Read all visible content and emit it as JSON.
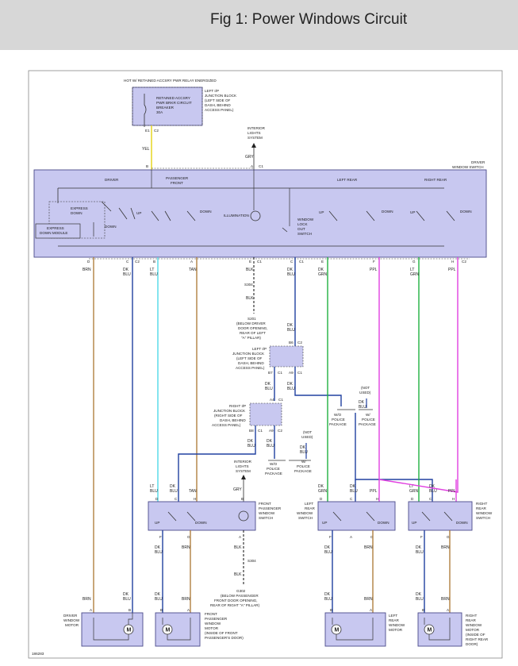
{
  "figure": {
    "title": "Fig 1: Power Windows Circuit",
    "code": "186283"
  },
  "breaker": {
    "hot_note": "HOT W/ RETAINED ACCSRY PWR RELAY ENERGIZED",
    "name_lines": [
      "RETAINED ACCSRY",
      "PWR BRKR CIRCUIT",
      "BREAKER",
      "30A"
    ],
    "location_lines": [
      "LEFT I/P",
      "JUNCTION BLOCK",
      "(LEFT SIDE OF",
      "DASH, BEHIND",
      "ACCESS PANEL)"
    ],
    "pins": [
      "E1",
      "C2"
    ]
  },
  "interior_lights_top": [
    "INTERIOR",
    "LIGHTS",
    "SYSTEM"
  ],
  "driver_switch": {
    "label_lines": [
      "DRIVER",
      "WINDOW SWITCH"
    ],
    "sections": [
      "DRIVER",
      "PASSENGER",
      "FRONT",
      "LEFT REAR",
      "RIGHT REAR"
    ],
    "express_down": [
      "EXPRESS",
      "DOWN"
    ],
    "express_module": [
      "EXPRESS",
      "DOWN MODULE"
    ],
    "up": "UP",
    "down": "DOWN",
    "illumination": "ILLUMINATION",
    "lockout_lines": [
      "WINDOW",
      "LOCK",
      "OUT",
      "SWITCH"
    ],
    "top_pins": [
      "B",
      "A",
      "C1"
    ],
    "bottom_pins": [
      "D",
      "C",
      "C2",
      "B",
      "A",
      "E",
      "C1",
      "C",
      "C1",
      "E",
      "F",
      "G",
      "H",
      "C2"
    ]
  },
  "wires": {
    "yel": "YEL",
    "gry": "GRY",
    "brn": "BRN",
    "dk": "DK",
    "blu": "BLU",
    "lt": "LT",
    "tan": "TAN",
    "blk": "BLK",
    "grn": "GRN",
    "ppl": "PPL"
  },
  "splices": {
    "s304": "S304",
    "s201_lines": [
      "S201",
      "(BELOW DRIVER",
      "DOOR OPENING,",
      "REAR OF LEFT",
      "\"A\" PILLAR)"
    ],
    "g302_lines": [
      "G302",
      "(BELOW PASSENGER",
      "FRONT DOOR OPENING,",
      "REAR OF RIGHT \"A\" PILLAR)"
    ]
  },
  "left_ip_block": {
    "lines": [
      "LEFT I/P",
      "JUNCTION BLOCK",
      "(LEFT SIDE OF",
      "DASH, BEHIND",
      "ACCESS PANEL)"
    ],
    "pins": [
      "B6",
      "C2",
      "B7",
      "C1",
      "A9",
      "C1"
    ]
  },
  "right_ip_block": {
    "lines": [
      "RIGHT I/P",
      "JUNCTION BLOCK",
      "(RIGHT SIDE OF",
      "DASH, BEHIND",
      "ACCESS PANEL)"
    ],
    "pins": [
      "A4",
      "C1",
      "B8",
      "C1",
      "A9",
      "C2"
    ]
  },
  "police": {
    "not_used": [
      "(NOT",
      "USED)"
    ],
    "wo": [
      "W/O",
      "POLICE",
      "PACKAGE"
    ],
    "w": [
      "W/",
      "POLICE",
      "PACKAGE"
    ]
  },
  "interior_lights_mid": [
    "INTERIOR",
    "LIGHTS",
    "SYSTEM"
  ],
  "front_pass_switch": {
    "lines": [
      "FRONT",
      "PASSENGER",
      "WINDOW",
      "SWITCH"
    ],
    "pins_top": [
      "D",
      "C",
      "H",
      "B"
    ],
    "pins_bottom": [
      "F",
      "G",
      "A"
    ]
  },
  "left_rear_switch": {
    "lines": [
      "LEFT",
      "REAR",
      "WINDOW",
      "SWITCH"
    ],
    "pins_top": [
      "D",
      "C",
      "H"
    ],
    "pins_bottom": [
      "F",
      "G",
      "A"
    ]
  },
  "right_rear_switch": {
    "lines": [
      "RIGHT",
      "REAR",
      "WINDOW",
      "SWITCH"
    ],
    "pins_top": [
      "D",
      "C",
      "H"
    ],
    "pins_bottom": [
      "F",
      "G"
    ]
  },
  "motors": {
    "driver": [
      "DRIVER",
      "WINDOW",
      "MOTOR"
    ],
    "front_pass": [
      "FRONT",
      "PASSENGER",
      "WINDOW",
      "MOTOR",
      "(INSIDE OF FRONT",
      "PASSENGER'S DOOR)"
    ],
    "left_rear": [
      "LEFT",
      "REAR",
      "WINDOW",
      "MOTOR"
    ],
    "right_rear": [
      "RIGHT",
      "REAR",
      "WINDOW",
      "MOTOR",
      "(INSIDE OF",
      "RIGHT REAR",
      "DOOR)"
    ],
    "pins": [
      "A",
      "B"
    ],
    "symbol": "M"
  },
  "colors": {
    "component_fill": "#c8c8f0",
    "component_stroke": "#4a4a8a",
    "wire_yellow": "#e8d830",
    "wire_brown": "#b08040",
    "wire_blue": "#2040a0",
    "wire_ltblue": "#50d8e8",
    "wire_green": "#20b040",
    "wire_purple": "#e040e0",
    "wire_gray": "#7a7a7a",
    "wire_black": "#222222",
    "header_bg": "#d7d7d7"
  }
}
